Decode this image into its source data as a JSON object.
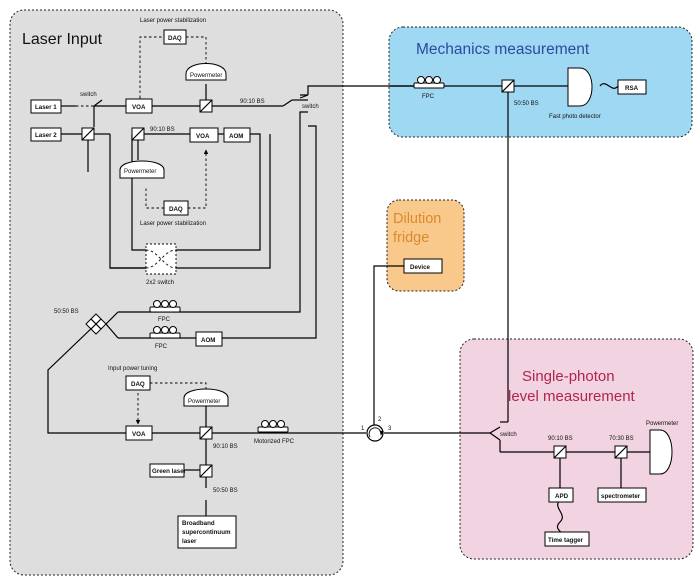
{
  "panels": {
    "laser_input": {
      "title": "Laser Input",
      "fill": "#dedede"
    },
    "mechanics": {
      "title": "Mechanics measurement",
      "fill": "#9fd8f2",
      "title_color": "#2b4aa0"
    },
    "dilution": {
      "title_line1": "Dilution",
      "title_line2": "fridge",
      "fill": "#f9c98c",
      "title_color": "#d98a2a"
    },
    "single_photon": {
      "title_line1": "Single-photon",
      "title_line2": "level measurement",
      "fill": "#f1d3e1",
      "title_color": "#b3244c"
    }
  },
  "labels": {
    "laser1": "Laser 1",
    "laser2": "Laser 2",
    "switch": "switch",
    "voa": "VOA",
    "daq": "DAQ",
    "powermeter": "Powermeter",
    "bs_90_10": "90:10 BS",
    "bs_50_50": "50:50 BS",
    "bs_70_30": "70:30 BS",
    "aom": "AOM",
    "laser_power_stabilization": "Laser power stabilization",
    "switch_2x2": "2x2 switch",
    "fpc": "FPC",
    "input_power_tuning": "Input power tuning",
    "motorized_fpc": "Motorized FPC",
    "green_laser": "Green laser",
    "broadband_line1": "Broadband",
    "broadband_line2": "supercontinuum",
    "broadband_line3": "laser",
    "device": "Device",
    "circ_port1": "1",
    "circ_port2": "2",
    "circ_port3": "3",
    "fast_photo_detector": "Fast photo detector",
    "rsa": "RSA",
    "apd": "APD",
    "spectrometer": "spectrometer",
    "time_tagger": "Time tagger"
  },
  "colors": {
    "wire": "#000000"
  }
}
